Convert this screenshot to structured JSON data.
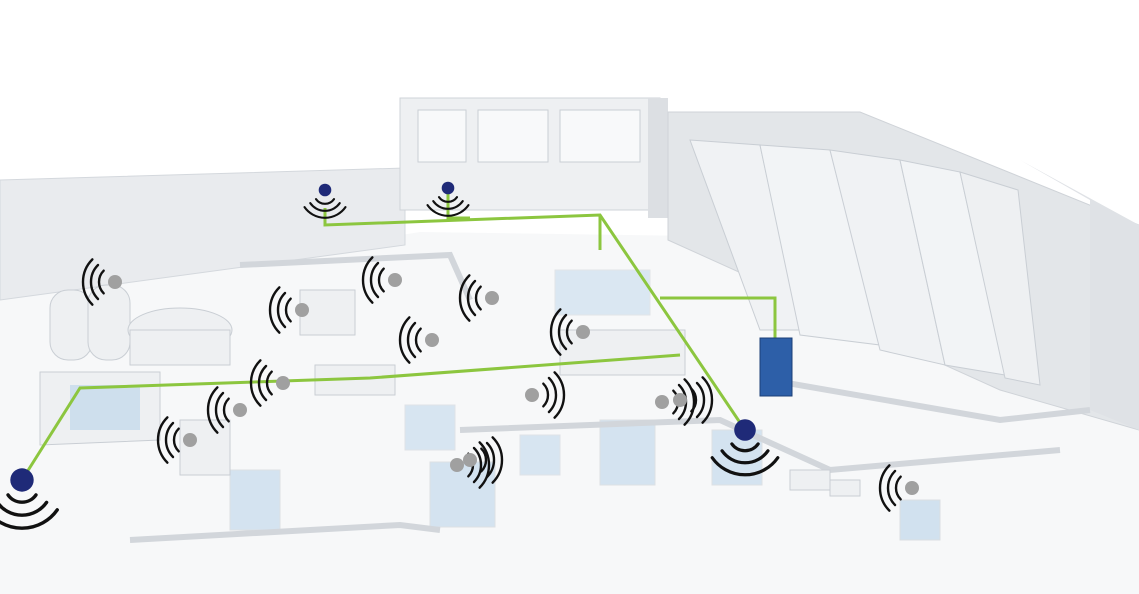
{
  "colors": {
    "background": "#ffffff",
    "wall": "#e9ebee",
    "wall_shade": "#dcdfe3",
    "floor": "#f7f8f9",
    "machine": "#eef0f2",
    "machine_edge": "#c9ced4",
    "glass": "#b9d3ea",
    "network_line": "#8cc63f",
    "access_point": "#1f2a78",
    "device_dot": "#a0a0a0",
    "signal_wave": "#111111",
    "controller_cabinet": "#2d5fa8"
  },
  "icons": {
    "access_point": "access-point-icon",
    "wireless_device": "wireless-device-icon",
    "signal": "signal-waves-icon",
    "controller": "control-cabinet-icon"
  },
  "network": {
    "access_point_count": 4,
    "wireless_device_count": 15,
    "controller_count": 1
  }
}
